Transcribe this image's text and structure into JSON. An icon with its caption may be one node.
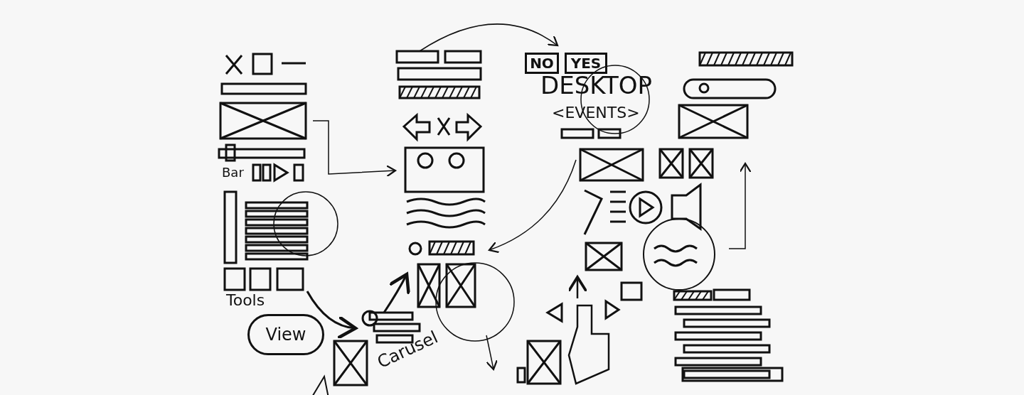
{
  "diagram": {
    "nodes": [
      {
        "text": [
          "NO"
        ]
      },
      {
        "text": [
          "YES"
        ]
      },
      {
        "text": [
          "View"
        ]
      }
    ],
    "labels": [
      "Bar",
      "DESKTOP",
      "<EVENTS>",
      "Tools",
      "Carusel"
    ]
  }
}
